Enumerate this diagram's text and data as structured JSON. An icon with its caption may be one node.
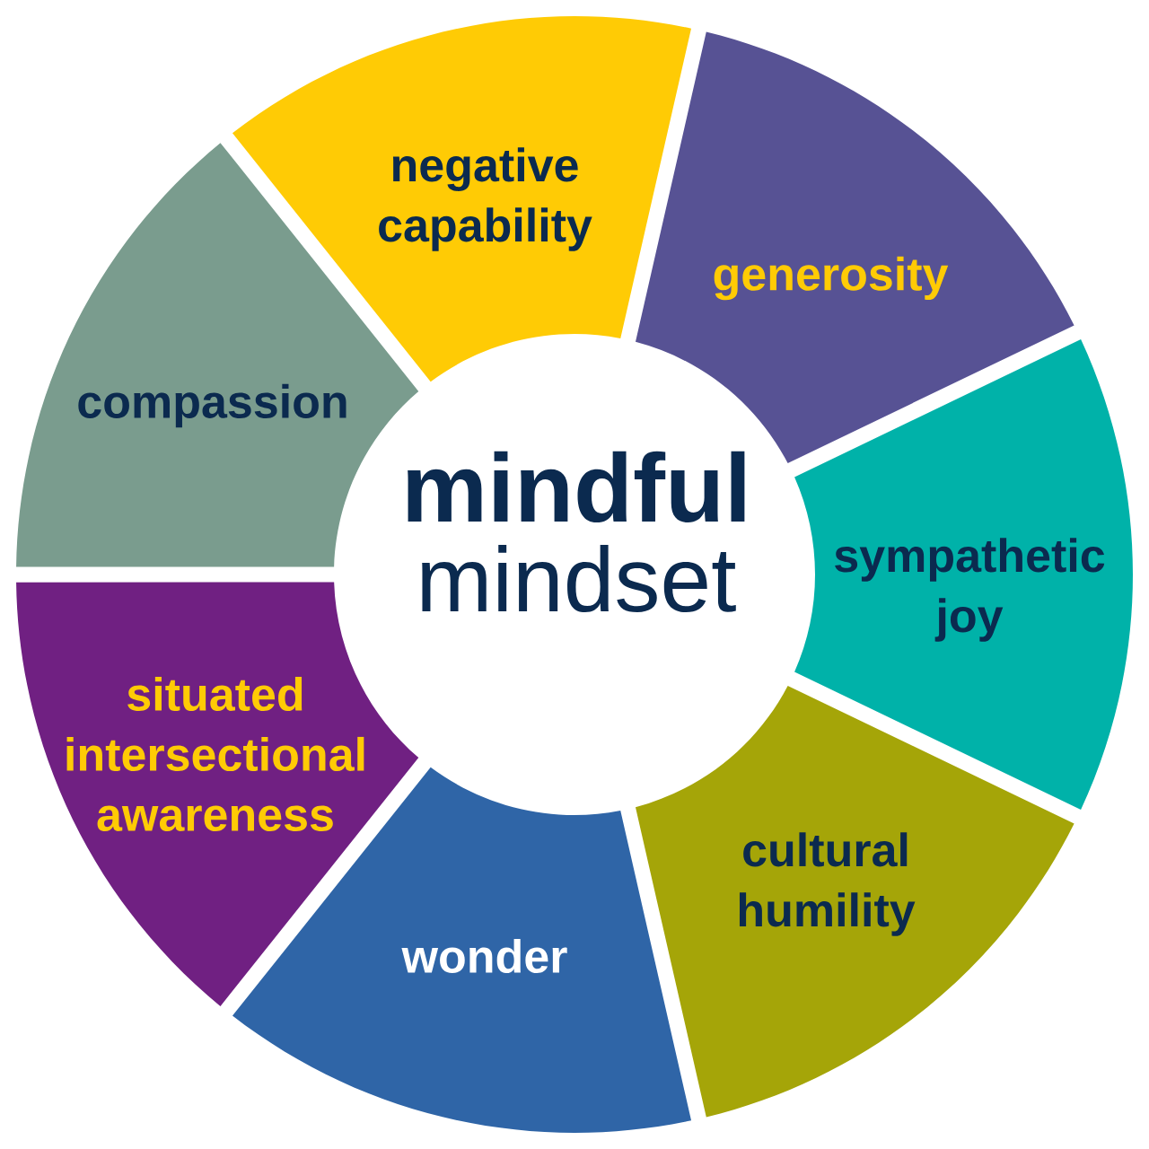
{
  "diagram": {
    "nodes": [
      {
        "text": [
          "mindful",
          "mindset"
        ]
      },
      {
        "text": [
          "negative capability"
        ]
      },
      {
        "text": [
          "generosity"
        ]
      },
      {
        "text": [
          "sympathetic joy"
        ]
      },
      {
        "text": [
          "cultural humility"
        ]
      },
      {
        "text": [
          "wonder"
        ]
      },
      {
        "text": [
          "situated intersectional awareness"
        ]
      },
      {
        "text": [
          "compassion"
        ]
      }
    ]
  }
}
